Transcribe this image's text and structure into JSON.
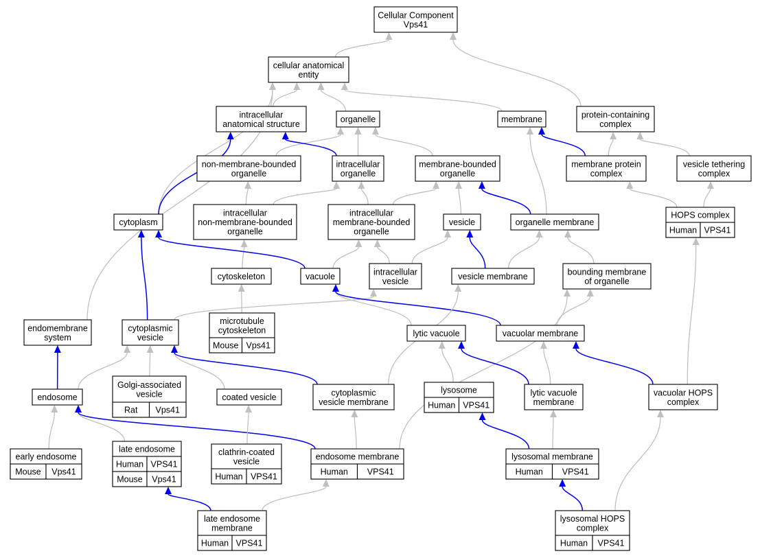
{
  "colors": {
    "gray_edge": "#c0c0c0",
    "blue_edge": "#0000ee",
    "Human": "#fa6146",
    "Mouse": "#acd8e6",
    "Rat": "#ffd600"
  },
  "nodes": {
    "cellular-component": {
      "lines": [
        "Cellular Component",
        "Vps41"
      ]
    },
    "cellular-anatomical-entity": {
      "lines": [
        "cellular anatomical",
        "entity"
      ]
    },
    "intracellular-anatomical-structure": {
      "lines": [
        "intracellular",
        "anatomical structure"
      ]
    },
    "organelle": {
      "lines": [
        "organelle"
      ]
    },
    "membrane": {
      "lines": [
        "membrane"
      ]
    },
    "protein-containing-complex": {
      "lines": [
        "protein-containing",
        "complex"
      ]
    },
    "non-membrane-bounded-organelle": {
      "lines": [
        "non-membrane-bounded",
        "organelle"
      ]
    },
    "intracellular-organelle": {
      "lines": [
        "intracellular",
        "organelle"
      ]
    },
    "membrane-bounded-organelle": {
      "lines": [
        "membrane-bounded",
        "organelle"
      ]
    },
    "membrane-protein-complex": {
      "lines": [
        "membrane protein",
        "complex"
      ]
    },
    "vesicle-tethering-complex": {
      "lines": [
        "vesicle tethering",
        "complex"
      ]
    },
    "cytoplasm": {
      "lines": [
        "cytoplasm"
      ]
    },
    "intracellular-non-membrane-bounded-organelle": {
      "lines": [
        "intracellular",
        "non-membrane-bounded",
        "organelle"
      ]
    },
    "intracellular-membrane-bounded-organelle": {
      "lines": [
        "intracellular",
        "membrane-bounded",
        "organelle"
      ]
    },
    "vesicle": {
      "lines": [
        "vesicle"
      ]
    },
    "organelle-membrane": {
      "lines": [
        "organelle membrane"
      ]
    },
    "hops-complex": {
      "lines": [
        "HOPS complex"
      ],
      "annotations": [
        [
          "Human",
          "VPS41"
        ]
      ]
    },
    "cytoskeleton": {
      "lines": [
        "cytoskeleton"
      ]
    },
    "vacuole": {
      "lines": [
        "vacuole"
      ]
    },
    "intracellular-vesicle": {
      "lines": [
        "intracellular",
        "vesicle"
      ]
    },
    "vesicle-membrane": {
      "lines": [
        "vesicle membrane"
      ]
    },
    "bounding-membrane-of-organelle": {
      "lines": [
        "bounding membrane",
        "of organelle"
      ]
    },
    "microtubule-cytoskeleton": {
      "lines": [
        "microtubule",
        "cytoskeleton"
      ],
      "annotations": [
        [
          "Mouse",
          "Vps41"
        ]
      ]
    },
    "endomembrane-system": {
      "lines": [
        "endomembrane",
        "system"
      ]
    },
    "cytoplasmic-vesicle": {
      "lines": [
        "cytoplasmic",
        "vesicle"
      ]
    },
    "lytic-vacuole": {
      "lines": [
        "lytic vacuole"
      ]
    },
    "vacuolar-membrane": {
      "lines": [
        "vacuolar membrane"
      ]
    },
    "golgi-associated-vesicle": {
      "lines": [
        "Golgi-associated",
        "vesicle"
      ],
      "annotations": [
        [
          "Rat",
          "Vps41"
        ]
      ]
    },
    "endosome": {
      "lines": [
        "endosome"
      ]
    },
    "coated-vesicle": {
      "lines": [
        "coated vesicle"
      ]
    },
    "cytoplasmic-vesicle-membrane": {
      "lines": [
        "cytoplasmic",
        "vesicle membrane"
      ]
    },
    "lysosome": {
      "lines": [
        "lysosome"
      ],
      "annotations": [
        [
          "Human",
          "VPS41"
        ]
      ]
    },
    "lytic-vacuole-membrane": {
      "lines": [
        "lytic vacuole",
        "membrane"
      ]
    },
    "vacuolar-hops-complex": {
      "lines": [
        "vacuolar HOPS",
        "complex"
      ]
    },
    "early-endosome": {
      "lines": [
        "early endosome"
      ],
      "annotations": [
        [
          "Mouse",
          "Vps41"
        ]
      ]
    },
    "late-endosome": {
      "lines": [
        "late endosome"
      ],
      "annotations": [
        [
          "Human",
          "VPS41"
        ],
        [
          "Mouse",
          "Vps41"
        ]
      ]
    },
    "clathrin-coated-vesicle": {
      "lines": [
        "clathrin-coated",
        "vesicle"
      ],
      "annotations": [
        [
          "Human",
          "VPS41"
        ]
      ]
    },
    "endosome-membrane": {
      "lines": [
        "endosome membrane"
      ],
      "annotations": [
        [
          "Human",
          "VPS41"
        ]
      ]
    },
    "lysosomal-membrane": {
      "lines": [
        "lysosomal membrane"
      ],
      "annotations": [
        [
          "Human",
          "VPS41"
        ]
      ]
    },
    "late-endosome-membrane": {
      "lines": [
        "late endosome",
        "membrane"
      ],
      "annotations": [
        [
          "Human",
          "VPS41"
        ]
      ]
    },
    "lysosomal-hops-complex": {
      "lines": [
        "lysosomal HOPS",
        "complex"
      ],
      "annotations": [
        [
          "Human",
          "VPS41"
        ]
      ]
    }
  },
  "edges": [
    [
      "cellular-anatomical-entity",
      "cellular-component",
      "gray"
    ],
    [
      "protein-containing-complex",
      "cellular-component",
      "gray"
    ],
    [
      "intracellular-anatomical-structure",
      "cellular-anatomical-entity",
      "gray"
    ],
    [
      "organelle",
      "cellular-anatomical-entity",
      "gray"
    ],
    [
      "membrane",
      "cellular-anatomical-entity",
      "gray"
    ],
    [
      "cytoplasm",
      "cellular-anatomical-entity",
      "gray"
    ],
    [
      "endomembrane-system",
      "cellular-anatomical-entity",
      "gray"
    ],
    [
      "non-membrane-bounded-organelle",
      "organelle",
      "gray"
    ],
    [
      "intracellular-organelle",
      "organelle",
      "gray"
    ],
    [
      "membrane-bounded-organelle",
      "organelle",
      "gray"
    ],
    [
      "intracellular-organelle",
      "intracellular-anatomical-structure",
      "blue"
    ],
    [
      "cytoplasm",
      "intracellular-anatomical-structure",
      "blue"
    ],
    [
      "membrane-protein-complex",
      "membrane",
      "blue"
    ],
    [
      "organelle-membrane",
      "membrane",
      "gray"
    ],
    [
      "membrane-protein-complex",
      "protein-containing-complex",
      "gray"
    ],
    [
      "vesicle-tethering-complex",
      "protein-containing-complex",
      "gray"
    ],
    [
      "intracellular-non-membrane-bounded-organelle",
      "non-membrane-bounded-organelle",
      "gray"
    ],
    [
      "intracellular-non-membrane-bounded-organelle",
      "intracellular-organelle",
      "gray"
    ],
    [
      "intracellular-membrane-bounded-organelle",
      "intracellular-organelle",
      "gray"
    ],
    [
      "intracellular-membrane-bounded-organelle",
      "membrane-bounded-organelle",
      "gray"
    ],
    [
      "vesicle",
      "membrane-bounded-organelle",
      "gray"
    ],
    [
      "organelle-membrane",
      "membrane-bounded-organelle",
      "blue"
    ],
    [
      "hops-complex",
      "membrane-protein-complex",
      "gray"
    ],
    [
      "hops-complex",
      "vesicle-tethering-complex",
      "gray"
    ],
    [
      "cytoskeleton",
      "intracellular-non-membrane-bounded-organelle",
      "gray"
    ],
    [
      "vacuole",
      "intracellular-membrane-bounded-organelle",
      "gray"
    ],
    [
      "intracellular-vesicle",
      "intracellular-membrane-bounded-organelle",
      "gray"
    ],
    [
      "intracellular-vesicle",
      "vesicle",
      "gray"
    ],
    [
      "vesicle-membrane",
      "vesicle",
      "blue"
    ],
    [
      "vesicle-membrane",
      "organelle-membrane",
      "gray"
    ],
    [
      "bounding-membrane-of-organelle",
      "organelle-membrane",
      "gray"
    ],
    [
      "vacuole",
      "cytoplasm",
      "blue"
    ],
    [
      "cytoplasmic-vesicle",
      "cytoplasm",
      "blue"
    ],
    [
      "microtubule-cytoskeleton",
      "cytoskeleton",
      "gray"
    ],
    [
      "cytoplasmic-vesicle",
      "intracellular-vesicle",
      "gray"
    ],
    [
      "lytic-vacuole",
      "vacuole",
      "gray"
    ],
    [
      "vacuolar-membrane",
      "vacuole",
      "blue"
    ],
    [
      "cytoplasmic-vesicle-membrane",
      "vesicle-membrane",
      "gray"
    ],
    [
      "vacuolar-membrane",
      "bounding-membrane-of-organelle",
      "gray"
    ],
    [
      "endosome-membrane",
      "bounding-membrane-of-organelle",
      "gray"
    ],
    [
      "endosome",
      "endomembrane-system",
      "blue"
    ],
    [
      "endosome",
      "cytoplasmic-vesicle",
      "gray"
    ],
    [
      "golgi-associated-vesicle",
      "cytoplasmic-vesicle",
      "gray"
    ],
    [
      "coated-vesicle",
      "cytoplasmic-vesicle",
      "gray"
    ],
    [
      "cytoplasmic-vesicle-membrane",
      "cytoplasmic-vesicle",
      "blue"
    ],
    [
      "lysosome",
      "lytic-vacuole",
      "gray"
    ],
    [
      "lytic-vacuole-membrane",
      "lytic-vacuole",
      "blue"
    ],
    [
      "lytic-vacuole-membrane",
      "vacuolar-membrane",
      "gray"
    ],
    [
      "vacuolar-hops-complex",
      "vacuolar-membrane",
      "blue"
    ],
    [
      "vacuolar-hops-complex",
      "hops-complex",
      "gray"
    ],
    [
      "early-endosome",
      "endosome",
      "gray"
    ],
    [
      "late-endosome",
      "endosome",
      "gray"
    ],
    [
      "endosome-membrane",
      "endosome",
      "blue"
    ],
    [
      "clathrin-coated-vesicle",
      "coated-vesicle",
      "gray"
    ],
    [
      "endosome-membrane",
      "cytoplasmic-vesicle-membrane",
      "gray"
    ],
    [
      "lysosomal-membrane",
      "lysosome",
      "blue"
    ],
    [
      "lysosomal-membrane",
      "lytic-vacuole-membrane",
      "gray"
    ],
    [
      "lysosomal-hops-complex",
      "vacuolar-hops-complex",
      "gray"
    ],
    [
      "late-endosome-membrane",
      "late-endosome",
      "blue"
    ],
    [
      "late-endosome-membrane",
      "endosome-membrane",
      "gray"
    ],
    [
      "lysosomal-hops-complex",
      "lysosomal-membrane",
      "blue"
    ]
  ]
}
